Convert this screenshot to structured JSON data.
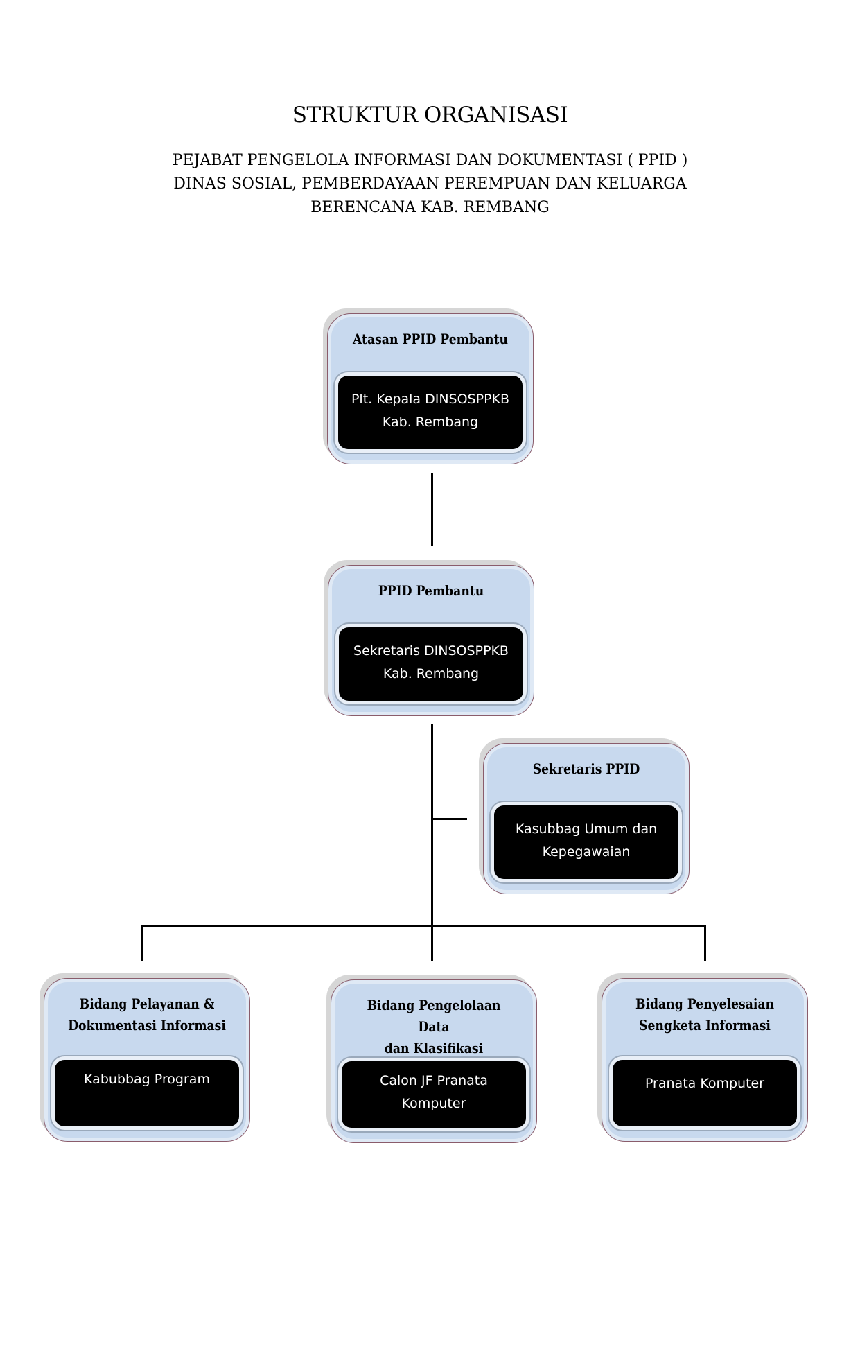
{
  "header": {
    "title": "STRUKTUR ORGANISASI",
    "subtitle_line1": "PEJABAT PENGELOLA INFORMASI DAN DOKUMENTASI ( PPID )",
    "subtitle_line2": "DINAS SOSIAL, PEMBERDAYAAN PEREMPUAN DAN KELUARGA",
    "subtitle_line3": "BERENCANA KAB. REMBANG"
  },
  "nodes": {
    "atasan": {
      "title": "Atasan PPID Pembantu",
      "line1": "Plt. Kepala DINSOSPPKB",
      "line2": "Kab. Rembang"
    },
    "ppid": {
      "title": "PPID Pembantu",
      "line1": "Sekretaris  DINSOSPPKB",
      "line2": "Kab. Rembang"
    },
    "sekretaris": {
      "title": "Sekretaris  PPID",
      "line1": "Kasubbag Umum dan",
      "line2": "Kepegawaian"
    },
    "pelayanan": {
      "title1": "Bidang Pelayanan &",
      "title2": "Dokumentasi Informasi",
      "line1": "Kabubbag Program"
    },
    "pengelolaan": {
      "title1": "Bidang Pengelolaan Data",
      "title2": "dan Klasifikasi Informasi",
      "line1": "Calon JF Pranata",
      "line2": "Komputer"
    },
    "penyelesaian": {
      "title1": "Bidang Penyelesaian",
      "title2": "Sengketa Informasi",
      "line1": "Pranata Komputer"
    }
  }
}
